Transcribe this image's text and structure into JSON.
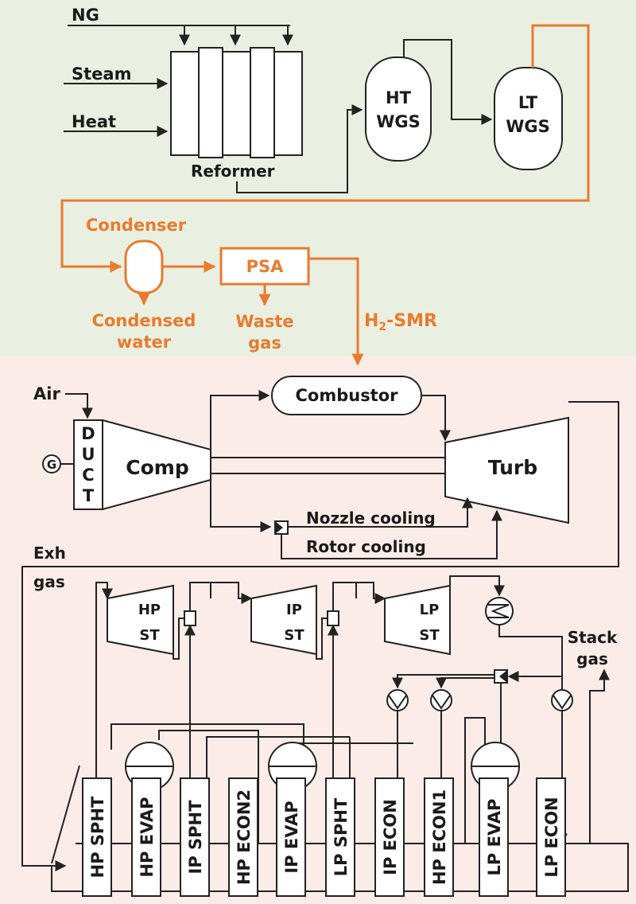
{
  "colors": {
    "upper_bg": "#e9f0e1",
    "lower_bg": "#fbece7",
    "accent": "#ea7a2e",
    "line": "#222222"
  },
  "smr": {
    "ng": "NG",
    "steam": "Steam",
    "heat": "Heat",
    "reformer": "Reformer",
    "ht_wgs": [
      "HT",
      "WGS"
    ],
    "lt_wgs": [
      "LT",
      "WGS"
    ],
    "condenser": "Condenser",
    "condensed_water": [
      "Condensed",
      "water"
    ],
    "psa": "PSA",
    "waste_gas": [
      "Waste",
      "gas"
    ],
    "h2_smr": {
      "h": "H",
      "sub": "2",
      "rest": "-SMR"
    }
  },
  "gas_turbine": {
    "air": "Air",
    "duct": [
      "D",
      "U",
      "C",
      "T"
    ],
    "generator": "G",
    "comp": "Comp",
    "combustor": "Combustor",
    "turb": "Turb",
    "nozzle_cooling": "Nozzle cooling",
    "rotor_cooling": "Rotor cooling",
    "exh_gas": [
      "Exh",
      "gas"
    ]
  },
  "steam_cycle": {
    "hp_st": [
      "HP",
      "ST"
    ],
    "ip_st": [
      "IP",
      "ST"
    ],
    "lp_st": [
      "LP",
      "ST"
    ],
    "stack_gas": [
      "Stack",
      "gas"
    ],
    "hrsg_modules": [
      "HP SPHT",
      "HP EVAP",
      "IP SPHT",
      "HP ECON2",
      "IP EVAP",
      "LP SPHT",
      "IP ECON",
      "HP ECON1",
      "LP EVAP",
      "LP ECON"
    ]
  }
}
